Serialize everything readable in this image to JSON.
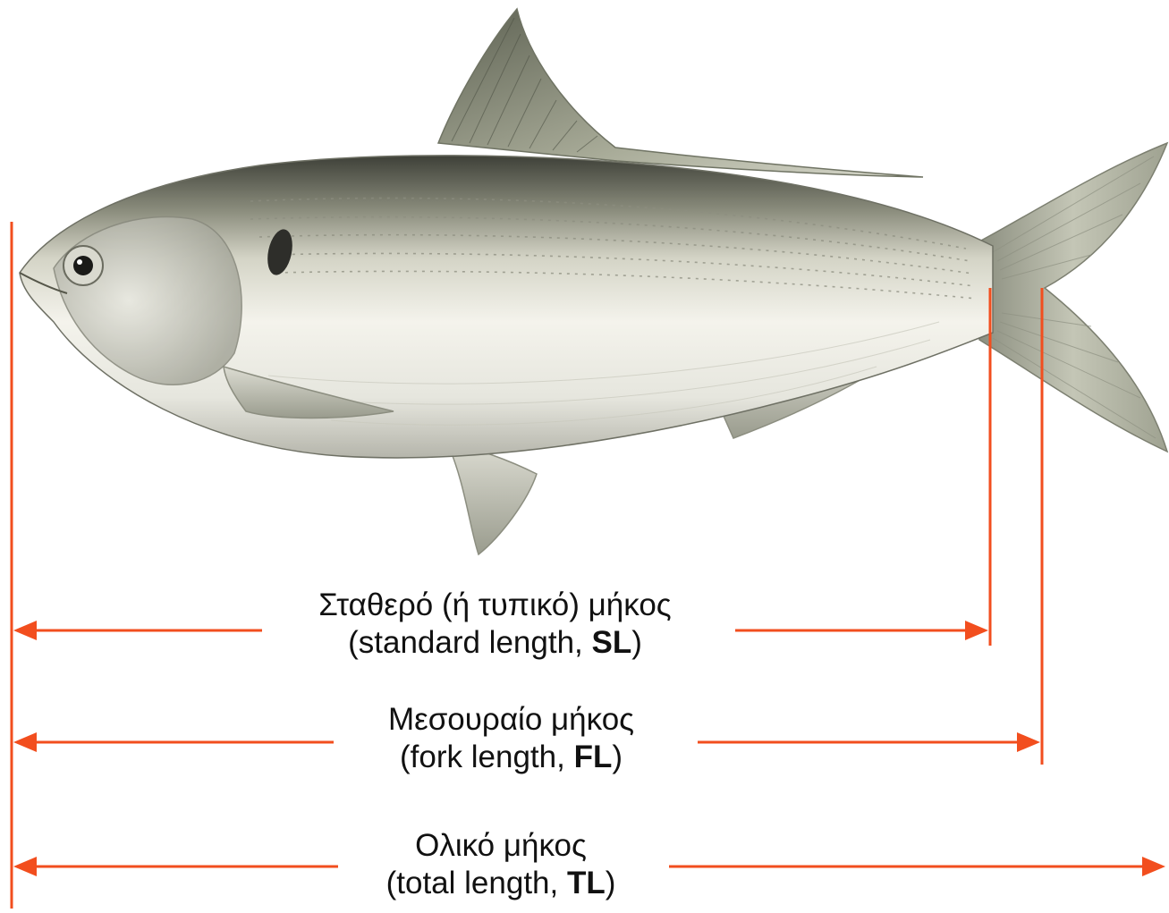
{
  "colors": {
    "measure_line": "#f24e1e",
    "text": "#111111"
  },
  "measurements": [
    {
      "id": "sl",
      "greek": "Σταθερό (ή τυπικό) μήκος",
      "open": "(standard length, ",
      "abbr": "SL",
      "close": ")"
    },
    {
      "id": "fl",
      "greek": "Μεσουραίο μήκος",
      "open": "(fork length, ",
      "abbr": "FL",
      "close": ")"
    },
    {
      "id": "tl",
      "greek": "Ολικό μήκος",
      "open": "(total length, ",
      "abbr": "TL",
      "close": ")"
    }
  ]
}
